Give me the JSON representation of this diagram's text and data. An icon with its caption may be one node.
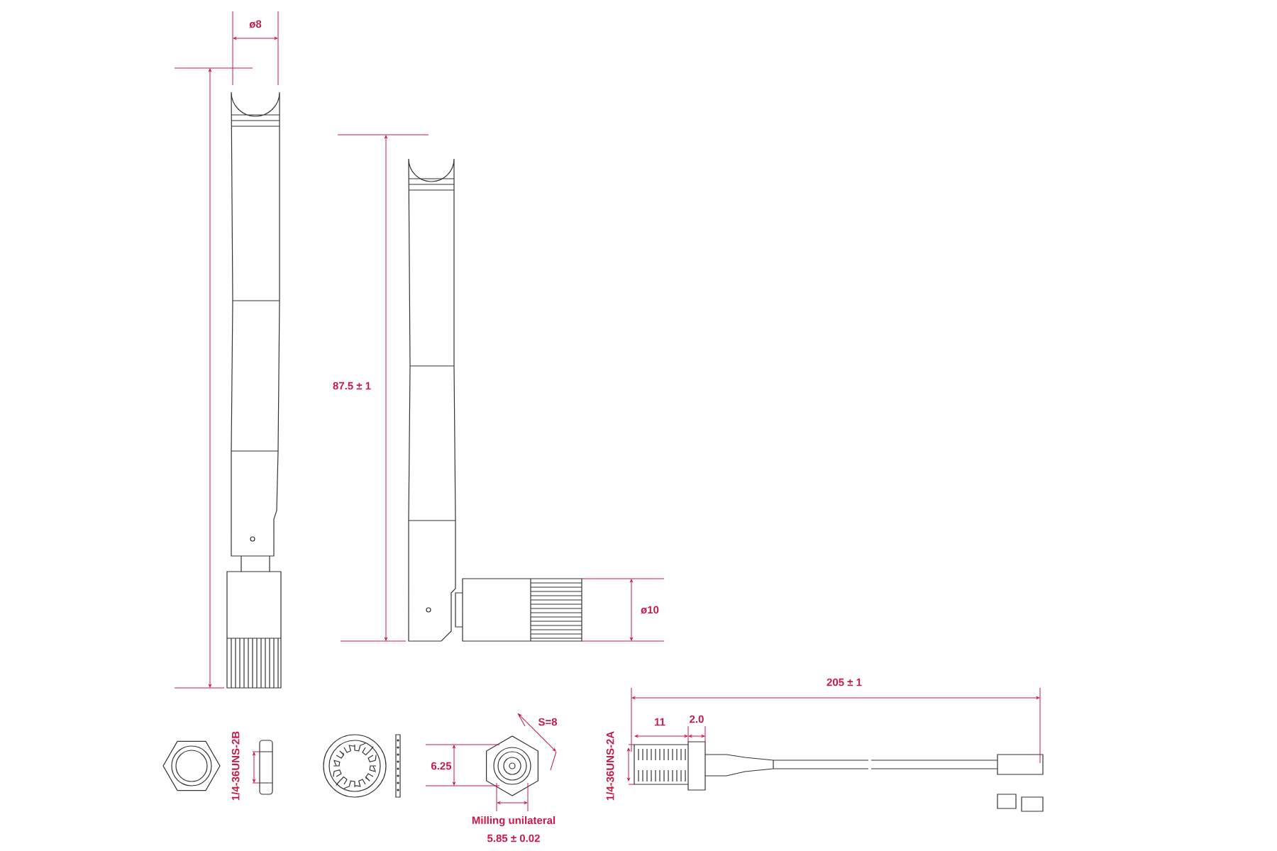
{
  "diagram": {
    "labels": [
      "ø8",
      "87.5 ± 1",
      "ø10",
      "205 ± 1",
      "11",
      "2.0",
      "S=8",
      "1/4-36UNS-2B",
      "6.25",
      "1/4-36UNS-2A",
      "Milling unilateral",
      "5.85 ± 0.02"
    ]
  }
}
